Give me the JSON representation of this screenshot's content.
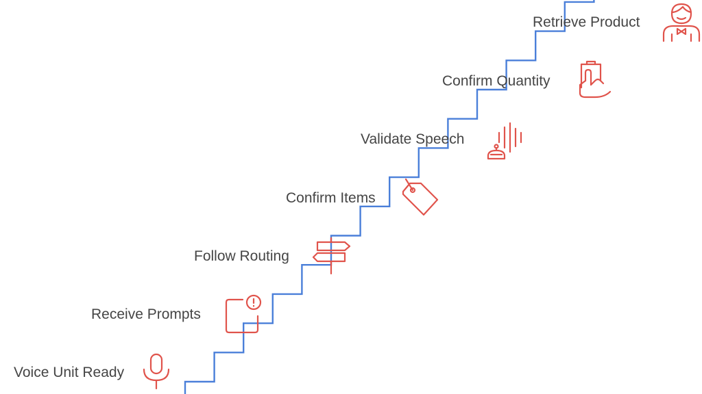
{
  "colors": {
    "stair_line": "#4a7fd9",
    "icon_stroke": "#e0534b",
    "label_text": "#454545",
    "background": "#ffffff"
  },
  "steps": [
    {
      "label": "Voice Unit Ready",
      "icon": "microphone-icon"
    },
    {
      "label": "Receive Prompts",
      "icon": "alert-message-icon"
    },
    {
      "label": "Follow Routing",
      "icon": "signpost-icon"
    },
    {
      "label": "Confirm Items",
      "icon": "price-tag-icon"
    },
    {
      "label": "Validate Speech",
      "icon": "voice-robot-icon"
    },
    {
      "label": "Confirm Quantity",
      "icon": "clipboard-hand-icon"
    },
    {
      "label": "Retrieve Product",
      "icon": "worker-icon"
    }
  ]
}
